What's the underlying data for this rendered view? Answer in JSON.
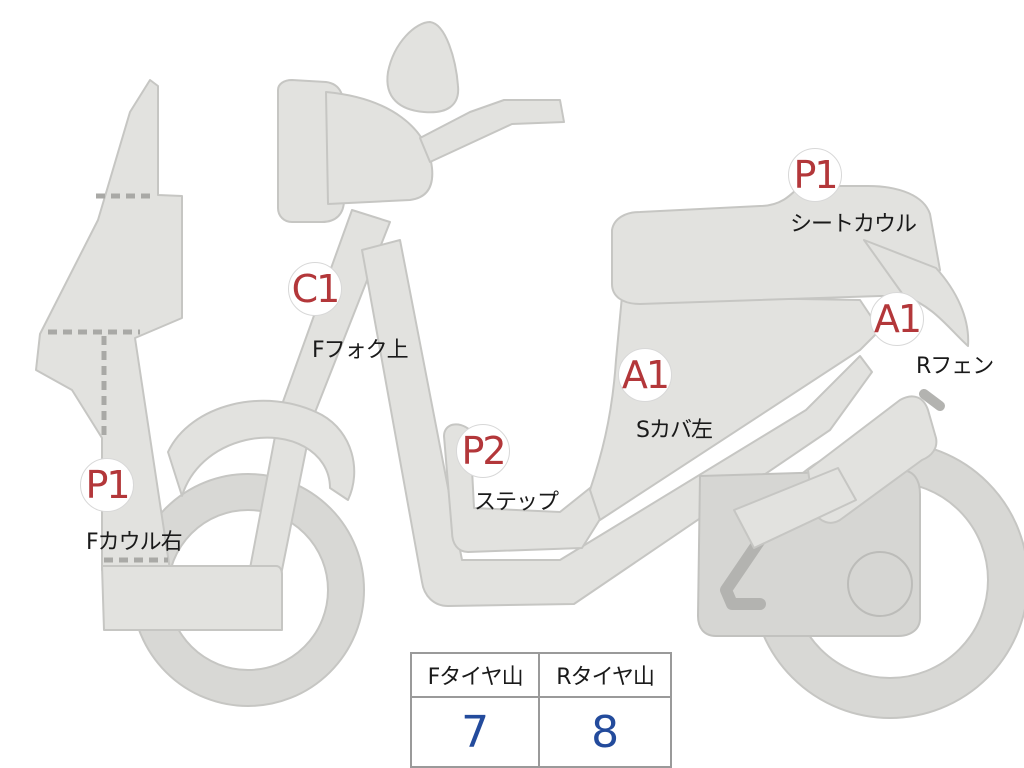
{
  "markers": [
    {
      "id": "front-cowl-right",
      "grade": "P1",
      "label": "Fカウル右"
    },
    {
      "id": "fork-upper",
      "grade": "C1",
      "label": "Fフォク上"
    },
    {
      "id": "step",
      "grade": "P2",
      "label": "ステップ"
    },
    {
      "id": "side-cover-left",
      "grade": "A1",
      "label": "Sカバ左"
    },
    {
      "id": "seat-cowl",
      "grade": "P1",
      "label": "シートカウル"
    },
    {
      "id": "rear-fender",
      "grade": "A1",
      "label": "Rフェン"
    }
  ],
  "tread_table": {
    "headers": [
      "Fタイヤ山",
      "Rタイヤ山"
    ],
    "values": [
      "7",
      "8"
    ]
  },
  "colors": {
    "body": "#e2e2df",
    "outline": "#c6c6c3",
    "grade": "#b3373a",
    "tread_value": "#234b9c"
  }
}
